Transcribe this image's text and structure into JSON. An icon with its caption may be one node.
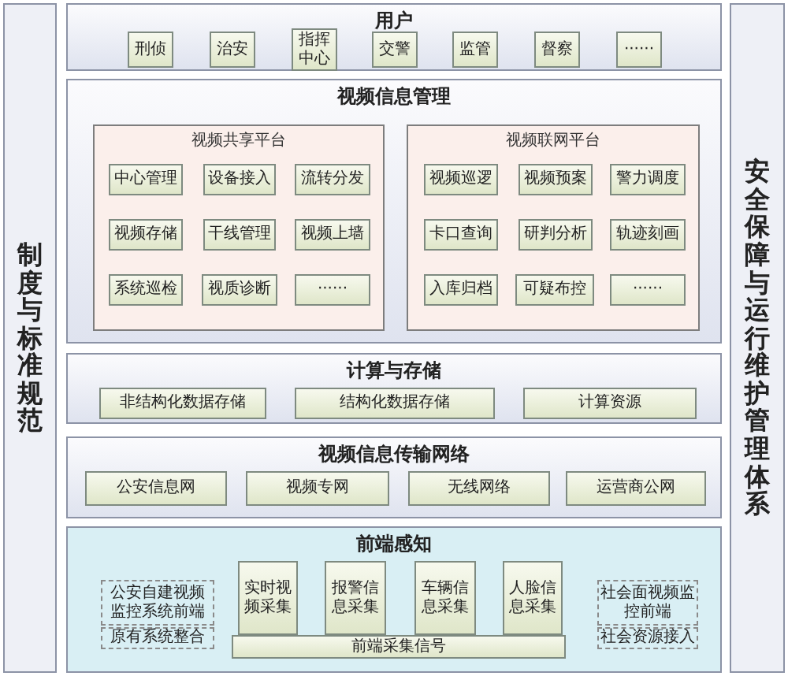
{
  "diagram": {
    "nodes": [
      {
        "text": [
          "制度与标准规范"
        ]
      },
      {
        "text": [
          "用户"
        ]
      },
      {
        "text": [
          "刑侦"
        ],
        "in": 1
      },
      {
        "text": [
          "治安"
        ],
        "in": 1
      },
      {
        "text": [
          "指挥中心"
        ],
        "in": 1
      },
      {
        "text": [
          "交警"
        ],
        "in": 1
      },
      {
        "text": [
          "监管"
        ],
        "in": 1
      },
      {
        "text": [
          "督察"
        ],
        "in": 1
      },
      {
        "text": [
          "······"
        ],
        "in": 1
      },
      {
        "text": [
          "视频信息管理"
        ]
      },
      {
        "text": [
          "视频共享平台"
        ],
        "in": 9
      },
      {
        "text": [
          "中心管理"
        ],
        "in": 10
      },
      {
        "text": [
          "设备接入"
        ],
        "in": 10
      },
      {
        "text": [
          "流转分发"
        ],
        "in": 10
      },
      {
        "text": [
          "视频存储"
        ],
        "in": 10
      },
      {
        "text": [
          "干线管理"
        ],
        "in": 10
      },
      {
        "text": [
          "视频上墙"
        ],
        "in": 10
      },
      {
        "text": [
          "系统巡检"
        ],
        "in": 10
      },
      {
        "text": [
          "视质诊断"
        ],
        "in": 10
      },
      {
        "text": [
          "······"
        ],
        "in": 10
      },
      {
        "text": [
          "视频联网平台"
        ],
        "in": 9
      },
      {
        "text": [
          "视频巡逻"
        ],
        "in": 20
      },
      {
        "text": [
          "视频预案"
        ],
        "in": 20
      },
      {
        "text": [
          "警力调度"
        ],
        "in": 20
      },
      {
        "text": [
          "卡口查询"
        ],
        "in": 20
      },
      {
        "text": [
          "研判分析"
        ],
        "in": 20
      },
      {
        "text": [
          "轨迹刻画"
        ],
        "in": 20
      },
      {
        "text": [
          "入库归档"
        ],
        "in": 20
      },
      {
        "text": [
          "可疑布控"
        ],
        "in": 20
      },
      {
        "text": [
          "······"
        ],
        "in": 20
      },
      {
        "text": [
          "计算与存储"
        ]
      },
      {
        "text": [
          "非结构化数据存储"
        ],
        "in": 30
      },
      {
        "text": [
          "结构化数据存储"
        ],
        "in": 30
      },
      {
        "text": [
          "计算资源"
        ],
        "in": 30
      },
      {
        "text": [
          "视频信息传输网络"
        ]
      },
      {
        "text": [
          "公安信息网"
        ],
        "in": 34
      },
      {
        "text": [
          "视频专网"
        ],
        "in": 34
      },
      {
        "text": [
          "无线网络"
        ],
        "in": 34
      },
      {
        "text": [
          "运营商公网"
        ],
        "in": 34
      },
      {
        "text": [
          "前端感知"
        ]
      },
      {
        "text": [
          "公安自建视频监控系统前端"
        ],
        "in": 39
      },
      {
        "text": [
          "原有系统整合"
        ],
        "in": 39
      },
      {
        "text": [
          "实时视频采集"
        ],
        "in": 39
      },
      {
        "text": [
          "报警信息采集"
        ],
        "in": 39
      },
      {
        "text": [
          "车辆信息采集"
        ],
        "in": 39
      },
      {
        "text": [
          "人脸信息采集"
        ],
        "in": 39
      },
      {
        "text": [
          "前端采集信号"
        ],
        "in": 39
      },
      {
        "text": [
          "社会面视频监控前端"
        ],
        "in": 39
      },
      {
        "text": [
          "社会资源接入"
        ],
        "in": 39
      },
      {
        "text": [
          "安全保障与运行维护管理体系"
        ]
      }
    ]
  }
}
